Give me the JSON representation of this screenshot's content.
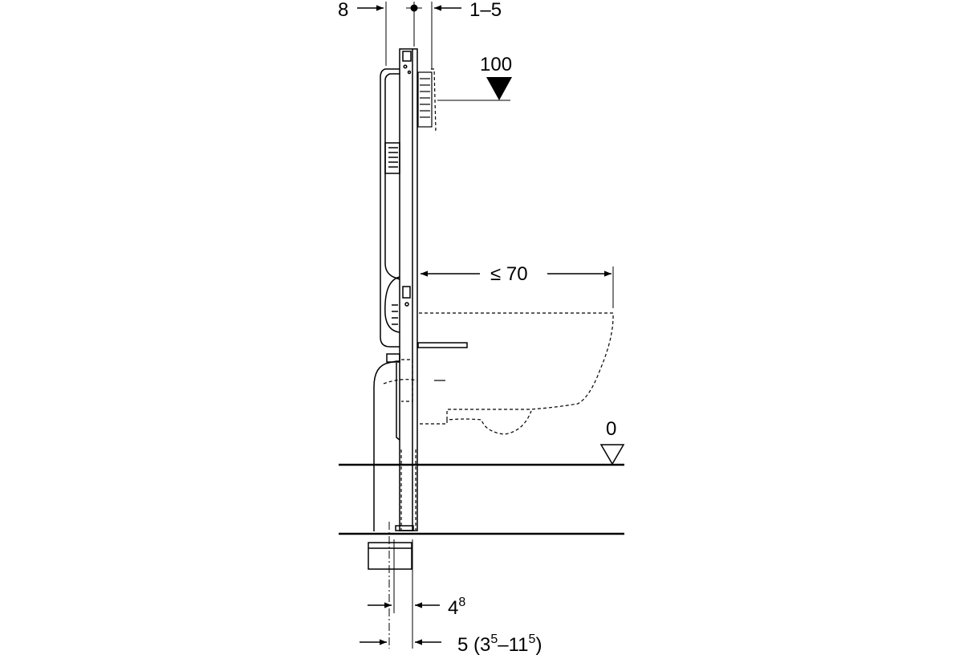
{
  "dimensions": {
    "top_left": "8",
    "top_right": "1–5",
    "height_marker": "100",
    "projection": "≤ 70",
    "floor_marker": "0",
    "bottom_first_base": "4",
    "bottom_first_sup": "8",
    "bottom_second_a": "5 (3",
    "bottom_second_sup1": "5",
    "bottom_second_b": "–11",
    "bottom_second_sup2": "5",
    "bottom_second_c": ")"
  }
}
